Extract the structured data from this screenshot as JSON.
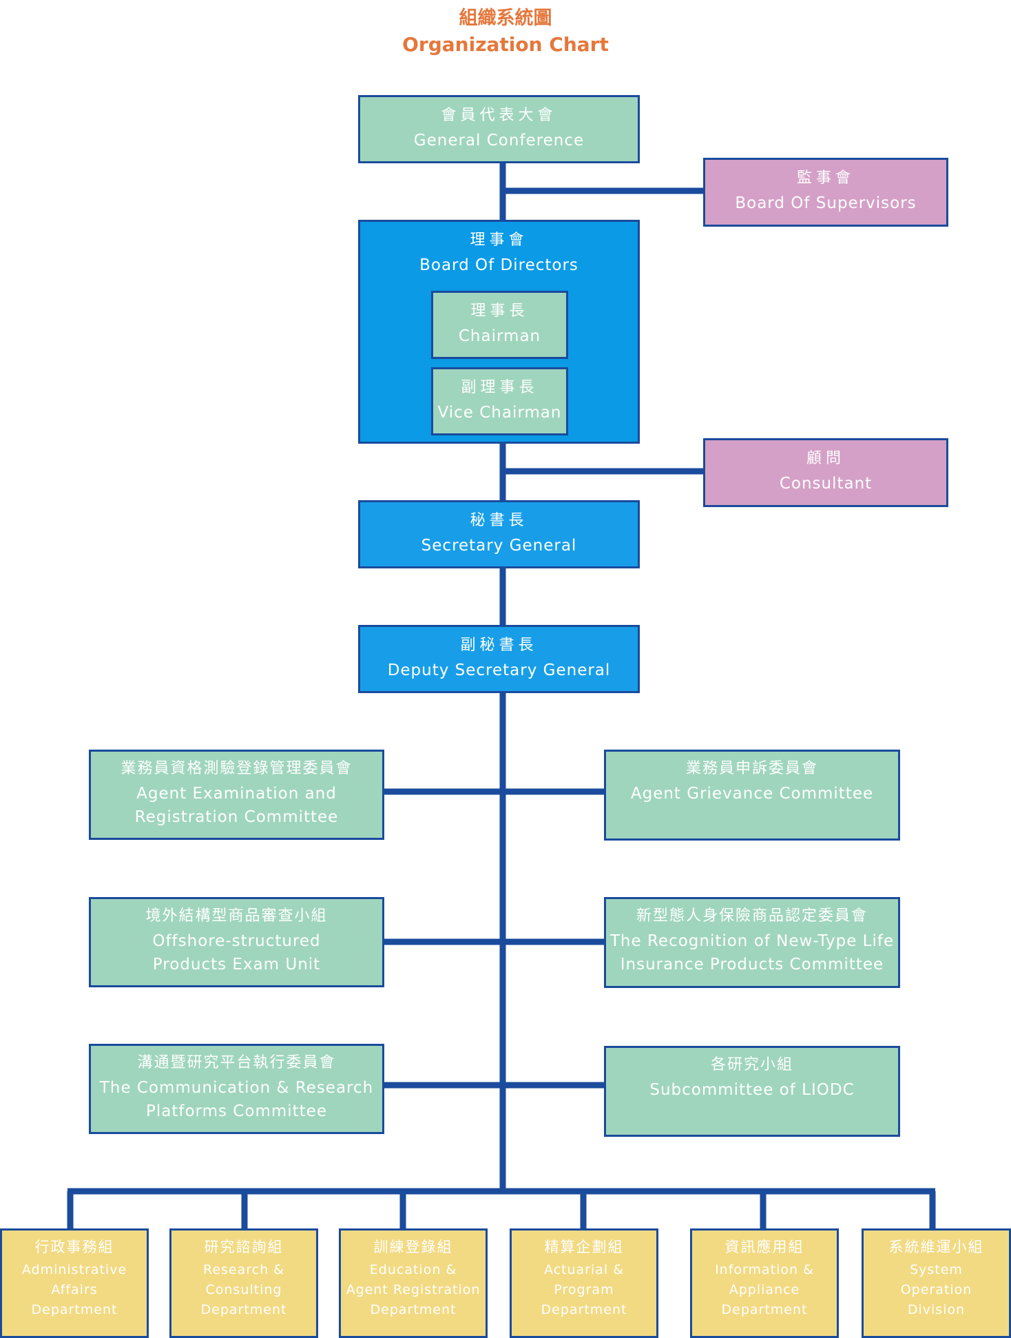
{
  "title": {
    "zh": "組織系統圖",
    "en": "Organization Chart"
  },
  "colors": {
    "title": "#e5773b",
    "line": "#1a4b9c",
    "green": "#9fd5bd",
    "purple": "#d4a0c7",
    "blue": "#0a9ae6",
    "yellow": "#f2da83"
  },
  "nodes": {
    "general_conference": {
      "zh": "會員代表大會",
      "en": "General Conference"
    },
    "board_of_supervisors": {
      "zh": "監事會",
      "en": "Board Of Supervisors"
    },
    "board_of_directors": {
      "zh": "理事會",
      "en": "Board Of Directors"
    },
    "chairman": {
      "zh": "理事長",
      "en": "Chairman"
    },
    "vice_chairman": {
      "zh": "副理事長",
      "en": "Vice Chairman"
    },
    "consultant": {
      "zh": "顧問",
      "en": "Consultant"
    },
    "secretary_general": {
      "zh": "秘書長",
      "en": "Secretary General"
    },
    "deputy_secretary_general": {
      "zh": "副秘書長",
      "en": "Deputy Secretary General"
    },
    "agent_exam": {
      "zh": "業務員資格測驗登錄管理委員會",
      "en1": "Agent Examination and",
      "en2": "Registration Committee"
    },
    "agent_grievance": {
      "zh": "業務員申訴委員會",
      "en": "Agent Grievance Committee"
    },
    "offshore": {
      "zh": "境外結構型商品審查小組",
      "en1": "Offshore-structured",
      "en2": "Products Exam Unit"
    },
    "new_type": {
      "zh": "新型態人身保險商品認定委員會",
      "en1": "The Recognition of New-Type Life",
      "en2": "Insurance Products Committee"
    },
    "communication": {
      "zh": "溝通暨研究平台執行委員會",
      "en1": "The Communication & Research",
      "en2": "Platforms Committee"
    },
    "subcommittee": {
      "zh": "各研究小組",
      "en": "Subcommittee of LIODC"
    }
  },
  "departments": [
    {
      "zh": "行政事務組",
      "en": [
        "Administrative",
        "Affairs",
        "Department"
      ]
    },
    {
      "zh": "研究諮詢組",
      "en": [
        "Research &",
        "Consulting",
        "Department"
      ]
    },
    {
      "zh": "訓練登錄組",
      "en": [
        "Education &",
        "Agent Registration",
        "Department"
      ]
    },
    {
      "zh": "精算企劃組",
      "en": [
        "Actuarial &",
        "Program",
        "Department"
      ]
    },
    {
      "zh": "資訊應用組",
      "en": [
        "Information &",
        "Appliance",
        "Department"
      ]
    },
    {
      "zh": "系統維運小組",
      "en": [
        "System",
        "Operation",
        "Division"
      ]
    }
  ]
}
